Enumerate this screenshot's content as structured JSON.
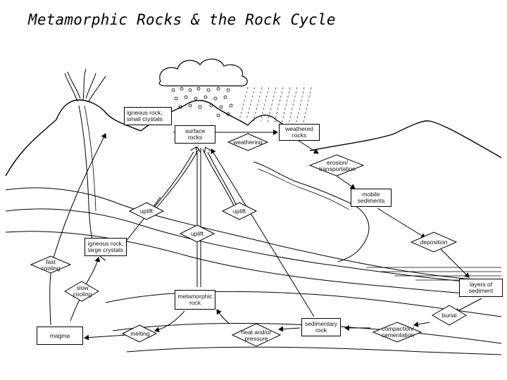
{
  "title": "Metamorphic Rocks & the Rock Cycle",
  "labels": {
    "igneous_small": "igneous rock,\nsmall crystals",
    "surface_rocks": "surface\nrocks",
    "weathering": "weathering",
    "weathered_rocks": "weathered\nrocks",
    "erosion": "erosion/\ntransportation",
    "mobile_sediments": "mobile\nsediments",
    "uplift_left": "uplift",
    "uplift_right": "uplift",
    "uplift_center": "uplift",
    "igneous_large": "igneous rock,\nlarge crystals",
    "deposition": "deposition",
    "fast_cooling": "fast\ncooling",
    "slow_cooling": "slow\ncooling",
    "layers_sediment": "layers of\nsediment",
    "metamorphic_rock": "metamorphic\nrock",
    "burial": "burial",
    "magma": "magma",
    "melting": "melting",
    "heat_pressure": "heat and/or\npressure",
    "sedimentary_rock": "sedimentary\nrock",
    "compaction": "compaction/\ncementation"
  }
}
